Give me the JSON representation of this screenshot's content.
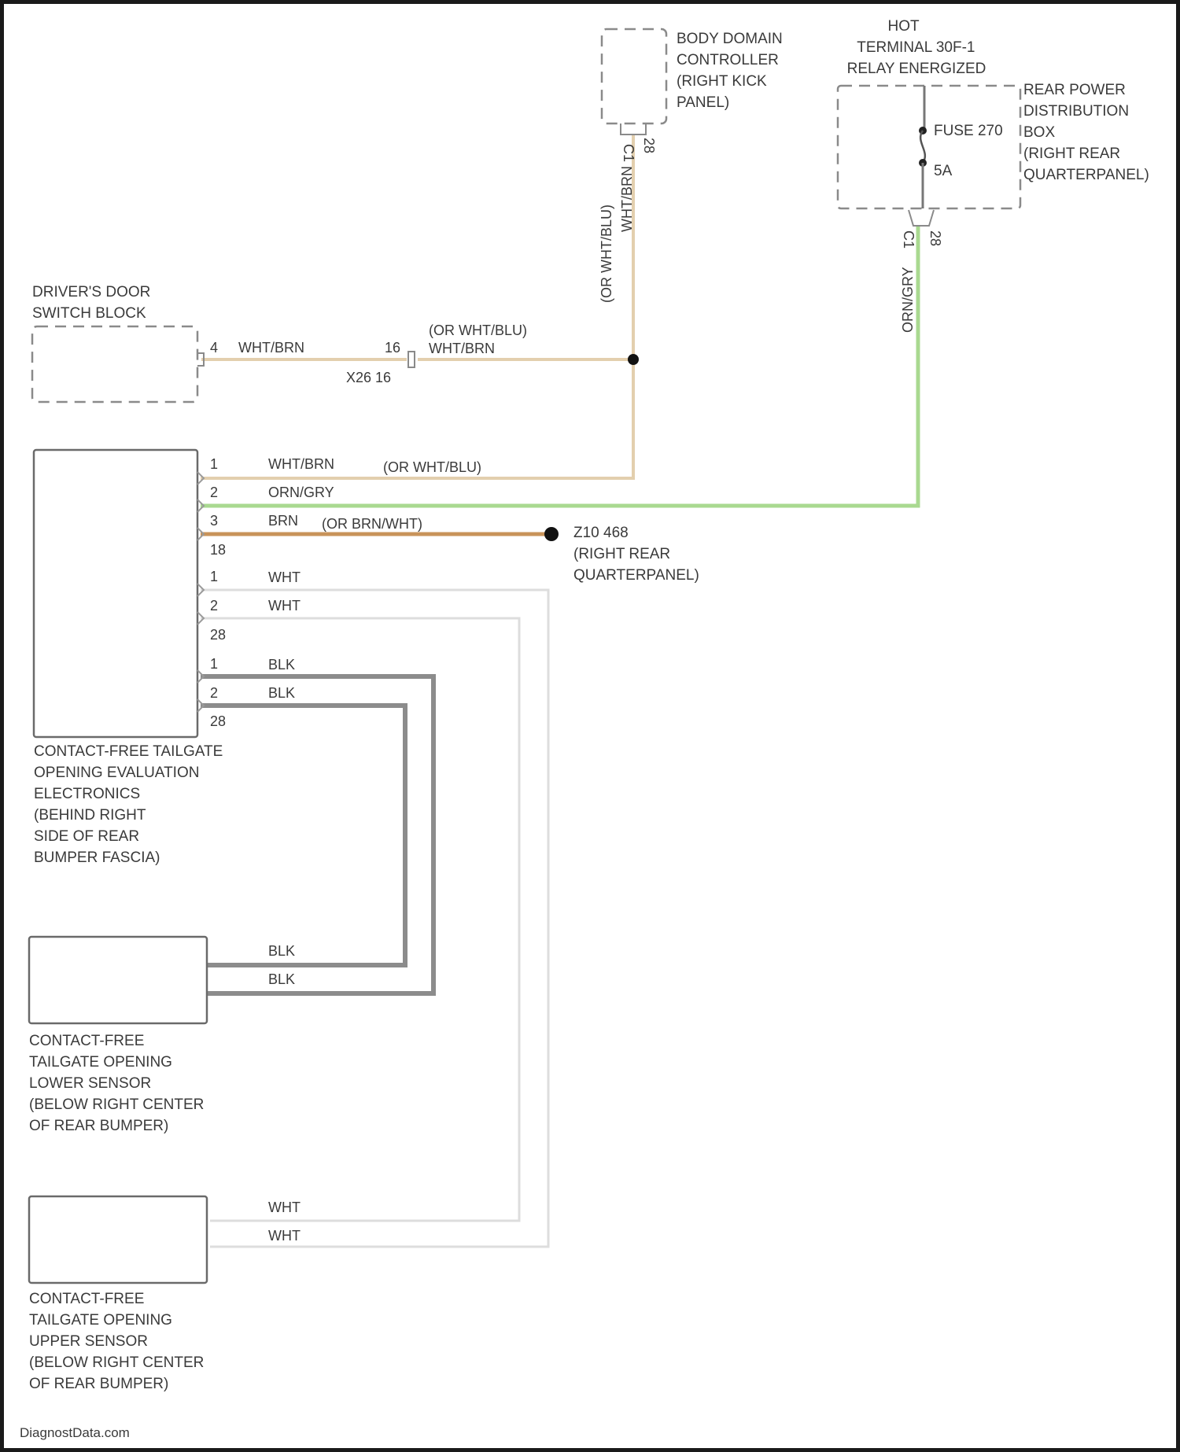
{
  "components": {
    "bdc": [
      "BODY DOMAIN",
      "CONTROLLER",
      "(RIGHT KICK",
      "PANEL)"
    ],
    "bdc_pins": [
      "C1",
      "28"
    ],
    "hot": [
      "HOT",
      "TERMINAL 30F-1",
      "RELAY ENERGIZED"
    ],
    "rpdb": [
      "REAR POWER",
      "DISTRIBUTION",
      "BOX",
      "(RIGHT REAR",
      "QUARTERPANEL)"
    ],
    "fuse_label": "FUSE 270",
    "fuse_rating": "5A",
    "rpdb_pins": [
      "C1",
      "28"
    ],
    "dsb": [
      "DRIVER'S DOOR",
      "SWITCH BLOCK"
    ],
    "cfte": [
      "CONTACT-FREE TAILGATE",
      "OPENING EVALUATION",
      "ELECTRONICS",
      "(BEHIND RIGHT",
      "SIDE OF REAR",
      "BUMPER FASCIA)"
    ],
    "lower_sensor": [
      "CONTACT-FREE",
      "TAILGATE OPENING",
      "LOWER SENSOR",
      "(BELOW RIGHT CENTER",
      "OF REAR BUMPER)"
    ],
    "upper_sensor": [
      "CONTACT-FREE",
      "TAILGATE OPENING",
      "UPPER SENSOR",
      "(BELOW RIGHT CENTER",
      "OF REAR BUMPER)"
    ],
    "ground": [
      "Z10 468",
      "(RIGHT REAR",
      "QUARTERPANEL)"
    ]
  },
  "wires": {
    "bdc_vertical": [
      "(OR WHT/BLU)",
      "WHT/BRN"
    ],
    "rpdb_vertical": "ORN/GRY",
    "dsb_pin": "4",
    "dsb_wire": "WHT/BRN",
    "inline_pin": "16",
    "inline_conn": "X26 16",
    "inline_wire": [
      "(OR WHT/BLU)",
      "WHT/BRN"
    ],
    "c1_wire_1": "WHT/BRN",
    "c1_wire_1_alt": "(OR WHT/BLU)",
    "c1_wire_2": "ORN/GRY",
    "c1_wire_3": "BRN",
    "c1_wire_3_alt": "(OR BRN/WHT)",
    "c2_wire_1": "WHT",
    "c2_wire_2": "WHT",
    "c3_wire_1": "BLK",
    "c3_wire_2": "BLK",
    "lower_wire_1": "BLK",
    "lower_wire_2": "BLK",
    "upper_wire_1": "WHT",
    "upper_wire_2": "WHT"
  },
  "pins": {
    "c1": [
      "1",
      "2",
      "3",
      "18"
    ],
    "c2": [
      "1",
      "2",
      "28"
    ],
    "c3": [
      "1",
      "2",
      "28"
    ]
  },
  "footer": "DiagnostData.com",
  "colors": {
    "wht_brn": "#e3cfae",
    "orn_gry": "#a9d990",
    "brn": "#c8935a",
    "wht": "#dddddd",
    "blk": "#8c8c8c"
  }
}
